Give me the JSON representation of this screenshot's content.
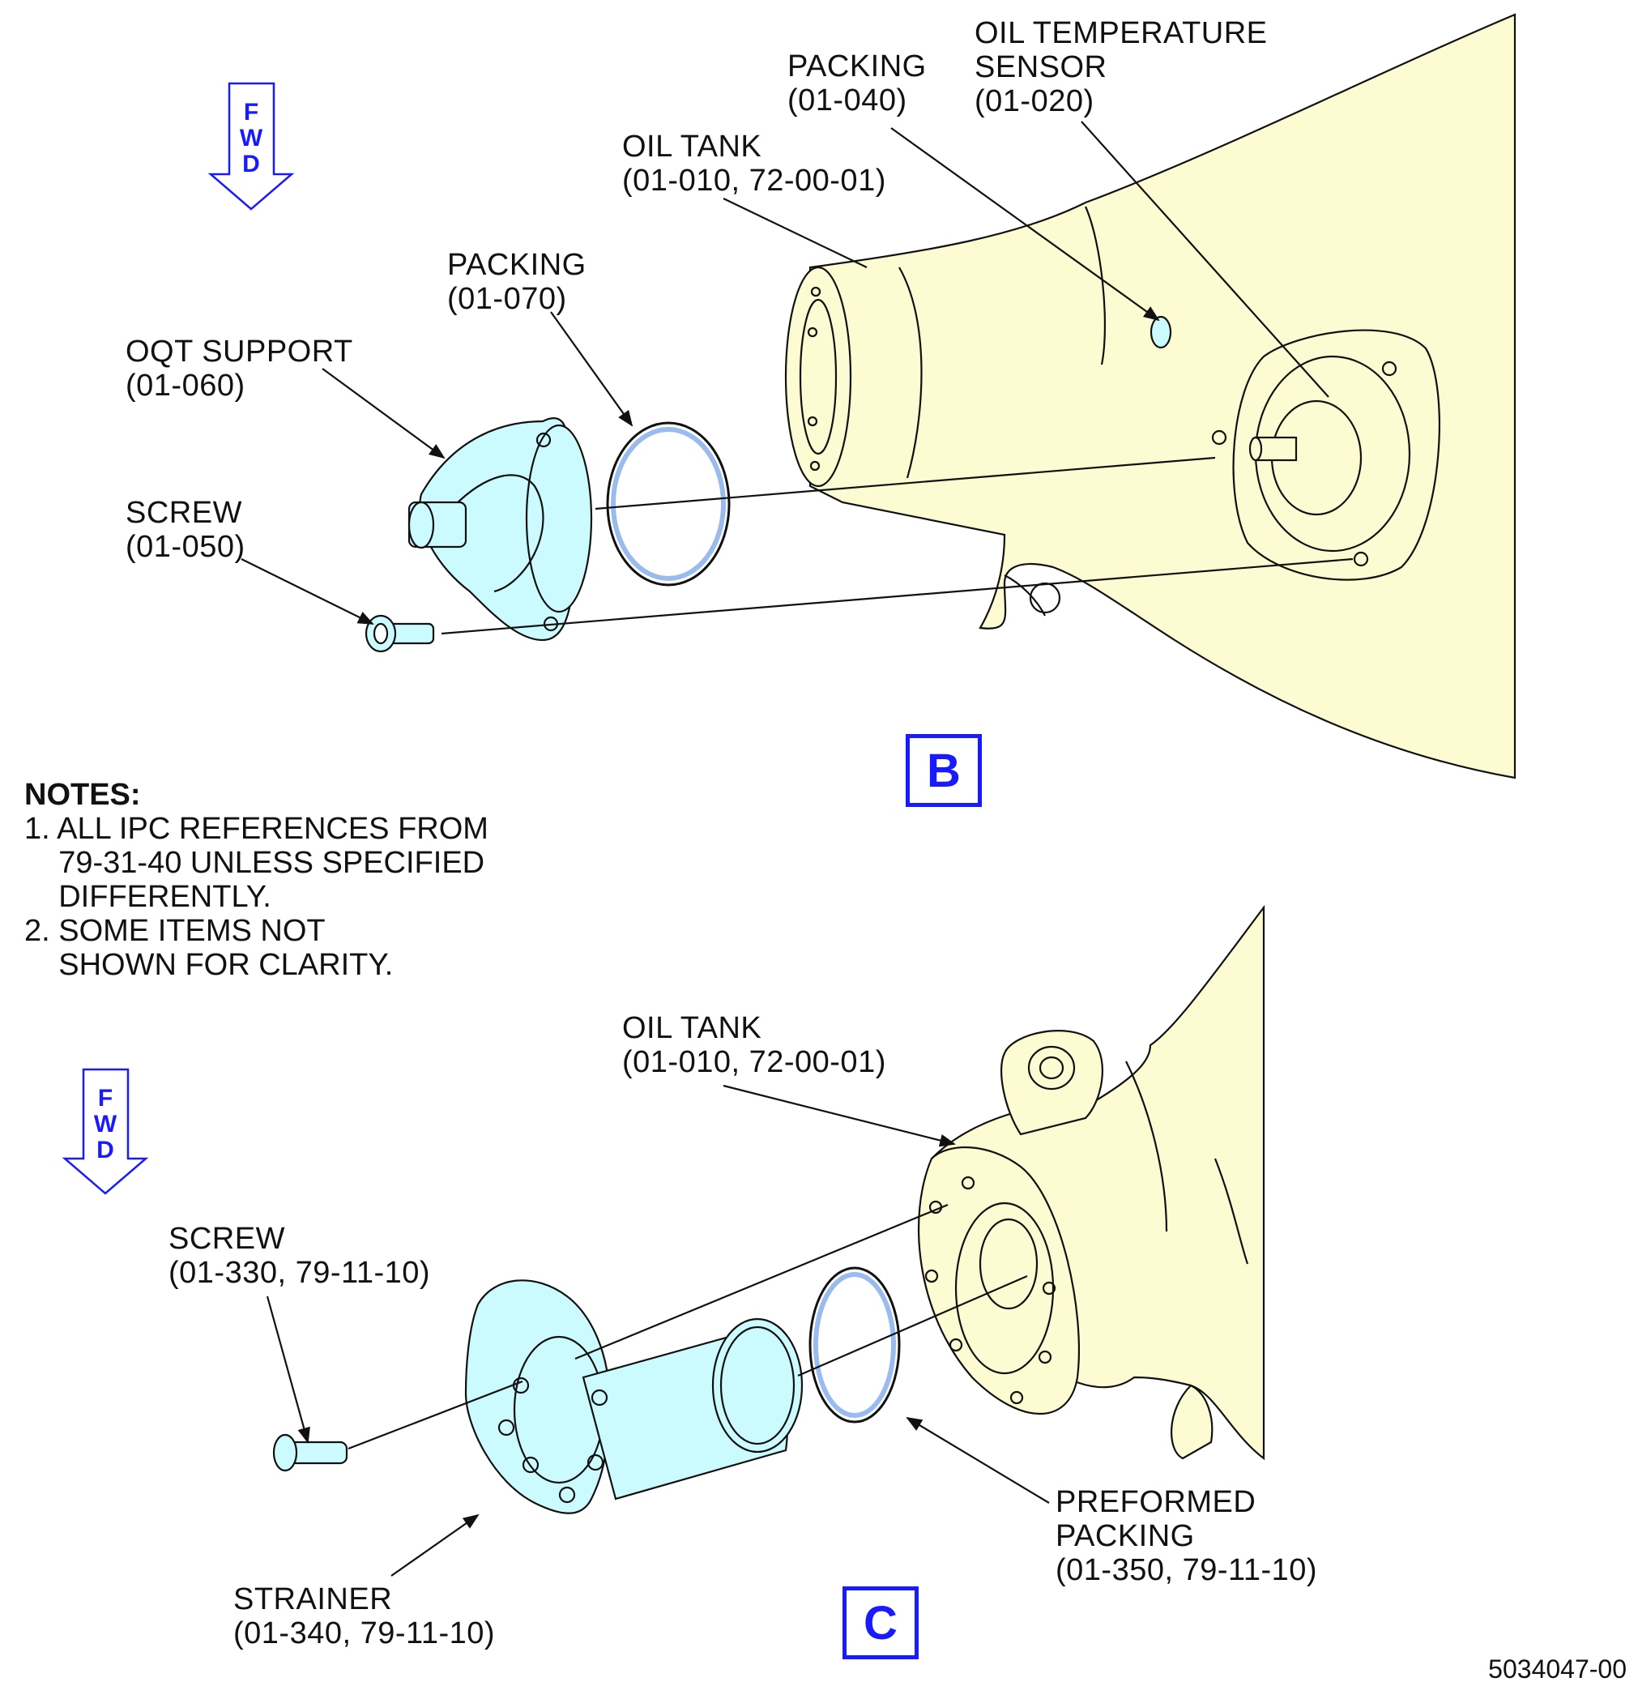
{
  "fwd_arrow": {
    "letters": [
      "F",
      "W",
      "D"
    ],
    "color": "#1a1aff"
  },
  "views": {
    "B": {
      "label": "B",
      "callouts": {
        "oil_tank": "OIL TANK\n(01-010, 72-00-01)",
        "packing_040": "PACKING\n(01-040)",
        "oil_temp_sensor": "OIL TEMPERATURE\nSENSOR\n(01-020)",
        "packing_070": "PACKING\n(01-070)",
        "oqt_support": "OQT SUPPORT\n(01-060)",
        "screw": "SCREW\n(01-050)"
      }
    },
    "C": {
      "label": "C",
      "callouts": {
        "oil_tank": "OIL TANK\n(01-010, 72-00-01)",
        "screw": "SCREW\n(01-330, 79-11-10)",
        "preformed_packing": "PREFORMED\nPACKING\n(01-350, 79-11-10)",
        "strainer": "STRAINER\n(01-340, 79-11-10)"
      }
    }
  },
  "notes": {
    "heading": "NOTES:",
    "items": [
      "1. ALL IPC REFERENCES FROM\n    79-31-40 UNLESS SPECIFIED\n    DIFFERENTLY.",
      "2. SOME ITEMS NOT\n    SHOWN FOR CLARITY."
    ]
  },
  "colors": {
    "tank_fill": "#fdfbd2",
    "part_fill": "#ccfbff",
    "line": "#111111",
    "view_label": "#1a1aff"
  },
  "doc_number": "5034047-00"
}
